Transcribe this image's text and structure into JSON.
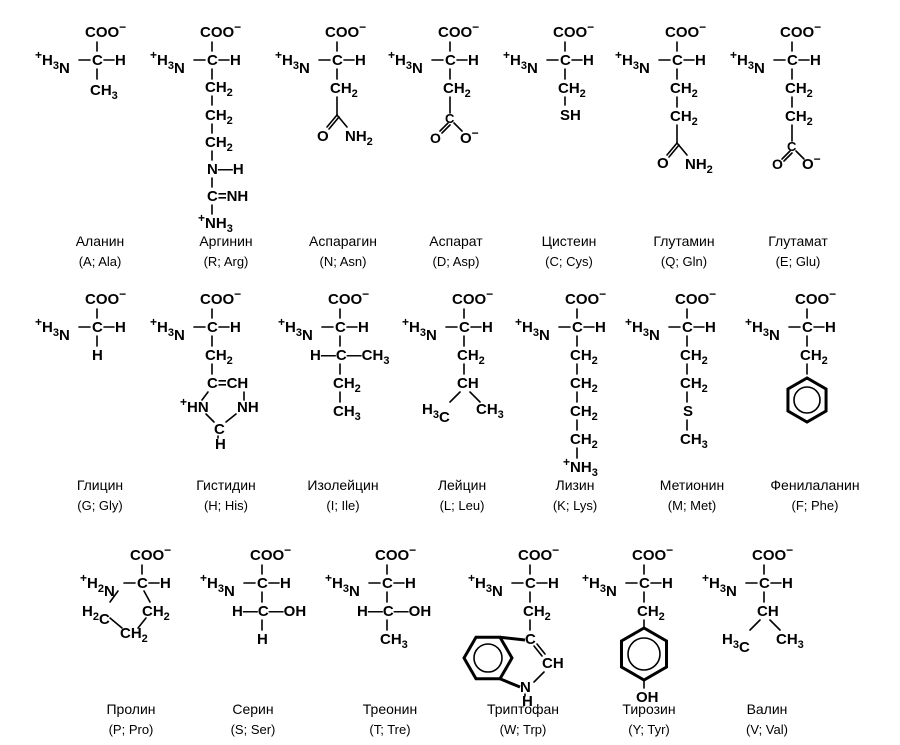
{
  "amino_acids": [
    {
      "name": "Аланин",
      "code": "(A;  Ala)"
    },
    {
      "name": "Аргинин",
      "code": "(R;  Arg)"
    },
    {
      "name": "Аспарагин",
      "code": "(N;  Asn)"
    },
    {
      "name": "Аспарат",
      "code": "(D;  Asp)"
    },
    {
      "name": "Цистеин",
      "code": "(C;  Cys)"
    },
    {
      "name": "Глутамин",
      "code": "(Q;  Gln)"
    },
    {
      "name": "Глутамат",
      "code": "(E;  Glu)"
    },
    {
      "name": "Глицин",
      "code": "(G; Gly)"
    },
    {
      "name": "Гистидин",
      "code": "(H; His)"
    },
    {
      "name": "Изолейцин",
      "code": "(I; Ile)"
    },
    {
      "name": "Лейцин",
      "code": "(L; Leu)"
    },
    {
      "name": "Лизин",
      "code": "(K; Lys)"
    },
    {
      "name": "Метионин",
      "code": "(M; Met)"
    },
    {
      "name": "Фенилаланин",
      "code": "(F; Phe)"
    },
    {
      "name": "Пролин",
      "code": "(P; Pro)"
    },
    {
      "name": "Серин",
      "code": "(S; Ser)"
    },
    {
      "name": "Треонин",
      "code": "(T; Tre)"
    },
    {
      "name": "Триптофан",
      "code": "(W; Trp)"
    },
    {
      "name": "Тирозин",
      "code": "(Y; Tyr)"
    },
    {
      "name": "Валин",
      "code": "(V; Val)"
    }
  ]
}
